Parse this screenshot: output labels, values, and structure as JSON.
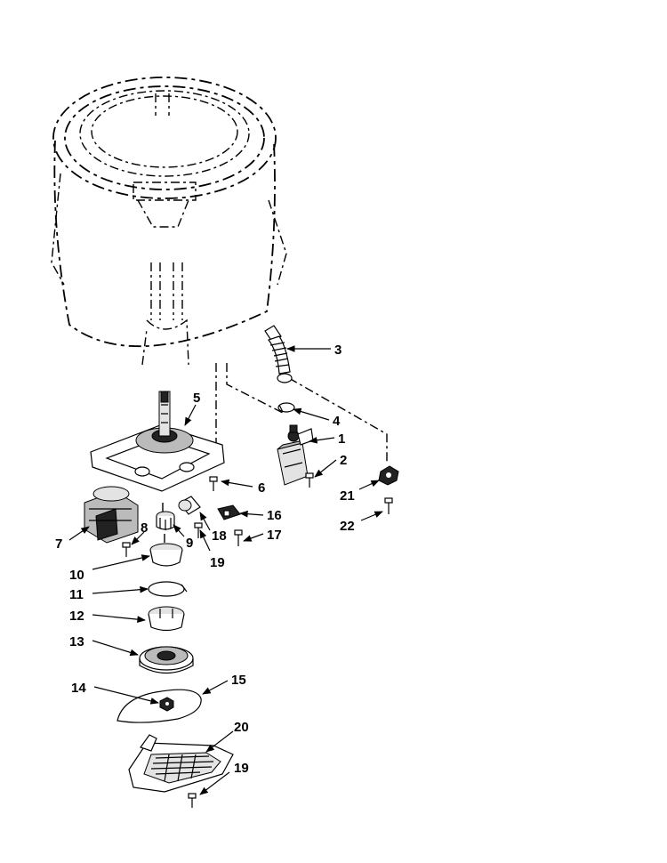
{
  "callouts": {
    "c1": "1",
    "c2": "2",
    "c3": "3",
    "c4": "4",
    "c5": "5",
    "c6": "6",
    "c7": "7",
    "c8": "8",
    "c9": "9",
    "c10": "10",
    "c11": "11",
    "c12": "12",
    "c13": "13",
    "c14": "14",
    "c15": "15",
    "c16": "16",
    "c17": "17",
    "c18": "18",
    "c19a": "19",
    "c19b": "19",
    "c20": "20",
    "c21": "21",
    "c22": "22"
  }
}
